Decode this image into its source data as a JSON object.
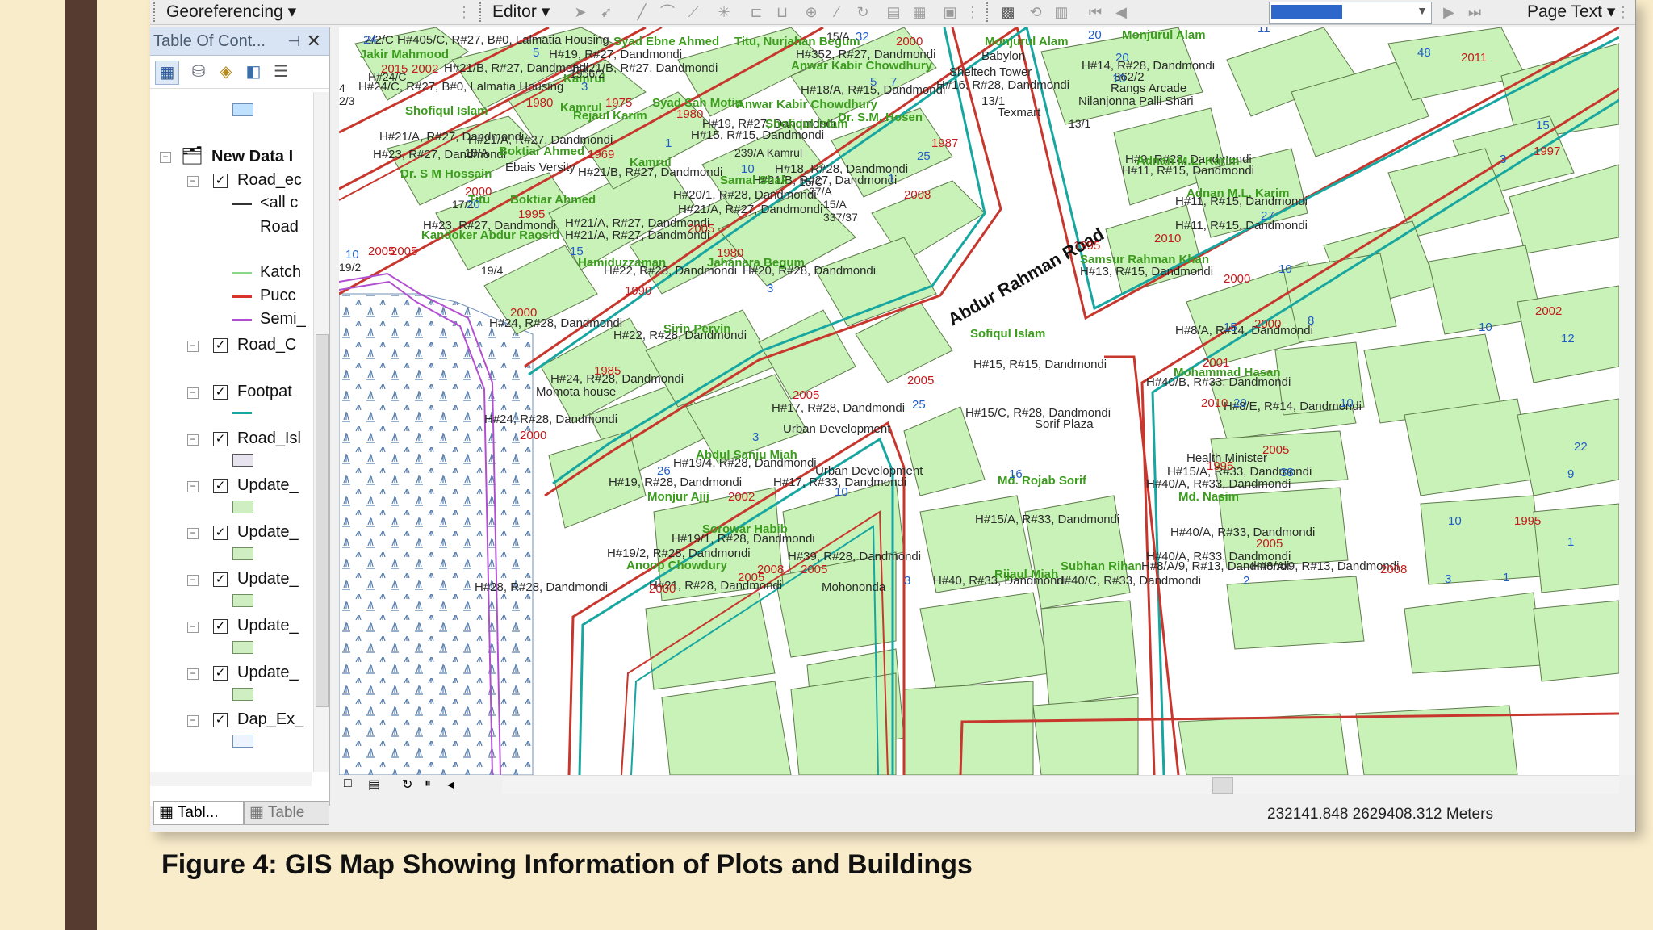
{
  "toolbar": {
    "georeferencing_label": "Georeferencing ▾",
    "editor_label": "Editor ▾",
    "page_text_label": "Page Text ▾"
  },
  "toc": {
    "title": "Table Of Cont...",
    "pin": "⊣",
    "close": "✕",
    "root_label": "New Data I",
    "rows": [
      {
        "label": "Road_ec",
        "checked": true
      },
      {
        "label": "<all c"
      },
      {
        "label": "Road"
      },
      {
        "label": "Katch"
      },
      {
        "label": "Pucc"
      },
      {
        "label": "Semi_"
      },
      {
        "label": "Road_C",
        "checked": true
      },
      {
        "label": "Footpat",
        "checked": true
      },
      {
        "label": "Road_Isl",
        "checked": true
      },
      {
        "label": "Update_",
        "checked": true
      },
      {
        "label": "Update_",
        "checked": true
      },
      {
        "label": "Update_",
        "checked": true
      },
      {
        "label": "Update_",
        "checked": true
      },
      {
        "label": "Update_",
        "checked": true
      },
      {
        "label": "Dap_Ex_",
        "checked": true
      }
    ],
    "tabs": [
      "Tabl...",
      "Table"
    ]
  },
  "map": {
    "road_name": "Abdur Rahman Road",
    "labels_dark": [
      "2/2/C H#405/C, R#27, B#0, Lalmatia Housing",
      "H#19, R#27, Dandmondi",
      "H#352, R#27, Dandmondi",
      "Babylon",
      "H#14, R#28, Dandmondi",
      "H#21/B, R#27, Dandmondi",
      "H#21/B, R#27, Dandmondi",
      "Sheltech Tower",
      "362/2",
      "H#24/C, R#27, B#0, Lalmatia Housing",
      "H#18/A, R#15, Dandmondi",
      "H#16, R#28, Dandmondi",
      "13/1",
      "Texmart",
      "Nilanjonna Palli Shari",
      "H#21/A, R#27, Dandmondi",
      "H#21/A, R#27, Dandmondi",
      "H#19, R#27, Dandmondi",
      "H#15, R#15, Dandmondi",
      "H#23, R#27, Dandmondi",
      "Ebais Versity",
      "H#21/B, R#27, Dandmondi",
      "H#18, R#28, Dandmondi",
      "H#20/1, R#28, Dandmondi",
      "H#21/B, R#27, Dandmondi",
      "H#23, R#27, Dandmondi",
      "H#21/A, R#27, Dandmondi",
      "H#21/A, R#27, Dandmondi",
      "H#22, R#28, Dandmondi",
      "H#20, R#28, Dandmondi",
      "H#24, R#28, Dandmondi",
      "H#22, R#28, Dandmondi",
      "H#24, R#28, Dandmondi",
      "Momota house",
      "H#24, R#28, Dandmondi",
      "H#17, R#28, Dandmondi",
      "Urban Development",
      "H#19/4, R#28, Dandmondi",
      "Urban Development",
      "H#19, R#28, Dandmondi",
      "H#17, R#33, Dandmondi",
      "H#19/1, R#28, Dandmondi",
      "H#19/2, R#28, Dandmondi",
      "H#39, R#28, Dandmondi",
      "H#21, R#28, Dandmondi",
      "Mohononda",
      "H#28, R#28, Dandmondi",
      "H#40, R#33, Dandmondi",
      "H#40/C, R#33, Dandmondi",
      "H#8/A/9, R#13, Dandmondi",
      "H#15, R#15, Dandmondi",
      "H#15/C, R#28, Dandmondi",
      "Sorif Plaza",
      "H#15/A, R#33, Dandmondi",
      "H#15/A, R#33, Dandmondi",
      "H#9, R#28, Dandmondi",
      "H#11, R#15, Dandmondi",
      "H#11, R#15, Dandmondi",
      "H#11, R#15, Dandmondi",
      "H#13, R#15, Dandmondi",
      "H#8/A, R#14, Dandmondi",
      "H#40/B, R#33, Dandmondi",
      "H#8/E, R#14, Dandmondi",
      "Health Minister",
      "H#40/A, R#33, Dandmondi",
      "H#40/A, R#33, Dandmondi",
      "H#40/A, R#33, Dandmondi",
      "H#8/A/9, R#13, Dandmondi",
      "Rangs Arcade",
      "H#21/A, R#27, Dandmondi"
    ],
    "labels_green": [
      "Syad Ebne Ahmed",
      "Titu, Nurjahan Begum",
      "Monjurul Alam",
      "Monjurul Alam",
      "Jakir Mahmood",
      "Anwar Kabir Chowdhury",
      "Kamrul",
      "Shofiqul Islam",
      "Kamrul",
      "Syad Sah Motin",
      "Anwar Kabir Chowdhury",
      "Rejaul Karim",
      "Shofiqul Islam",
      "Dr. S.M. Hosen",
      "Boktiar Ahmed",
      "Kamrul",
      "Dr. S M Hossain",
      "Samal Shak",
      "Adnan M.L. Karim",
      "Adnan M.L. Karim",
      "Titu",
      "Boktiar Ahmed",
      "Kandoker Abdur Raosid",
      "Hamiduzzaman",
      "Jahanara Begum",
      "Samsur Rahman Khan",
      "Sirin Pervin",
      "Sofiqul Islam",
      "Mohammad Hasan",
      "Abdul Sanju Miah",
      "Monjur Ajij",
      "Md. Rojab Sorif",
      "Md. Nasim",
      "Sorowar Habib",
      "Anoop Chowdury",
      "Rijaul Miah",
      "Subhan Rihan"
    ],
    "labels_red": [
      "2000",
      "2015",
      "2002",
      "1980",
      "1975",
      "1980",
      "1969",
      "1995",
      "2000",
      "2005",
      "2005",
      "2005",
      "1987",
      "2008",
      "2005",
      "1980",
      "1990",
      "2000",
      "1985",
      "2000",
      "2005",
      "2010",
      "2002",
      "2005",
      "2011",
      "1997",
      "1995",
      "2010",
      "2000",
      "2002",
      "2001",
      "1995",
      "1995",
      "2005",
      "2008",
      "2008",
      "2005",
      "2000",
      "2000",
      "2005"
    ],
    "labels_blue": [
      "24",
      "32",
      "20",
      "11",
      "48",
      "5",
      "20",
      "3",
      "10",
      "5",
      "7",
      "1",
      "25",
      "15",
      "10",
      "27",
      "1",
      "3",
      "20",
      "15",
      "10",
      "3",
      "8",
      "15",
      "10",
      "10",
      "20",
      "3",
      "25",
      "10",
      "26",
      "16",
      "9",
      "38",
      "3",
      "2",
      "1",
      "3",
      "1",
      "22",
      "10",
      "10",
      "12"
    ],
    "address_snips": [
      "15/A",
      "2/3",
      "4",
      "18/A",
      "239/A Kamrul",
      "15/C",
      "27/A",
      "15/A",
      "337/37",
      "17/1",
      "19/2",
      "19/4",
      "H#24/C",
      "1956/2",
      "13/1"
    ]
  },
  "map_controls": [
    "□",
    "▤",
    "↻",
    "⏸",
    "◂"
  ],
  "status": {
    "coordinates": "232141.848  2629408.312 Meters"
  },
  "caption": "Figure 4: GIS Map Showing Information of Plots and Buildings",
  "colors": {
    "parcel_fill": "#c9f2b8",
    "parcel_stroke": "#5d7a4a",
    "road_red": "#c8372d",
    "road_cyan": "#17a6a0",
    "label_green": "#3c9c1e",
    "label_red": "#c51b1b",
    "label_blue": "#1f5ec8",
    "slide_bg": "#f9eccb",
    "slide_bar": "#563c30"
  }
}
